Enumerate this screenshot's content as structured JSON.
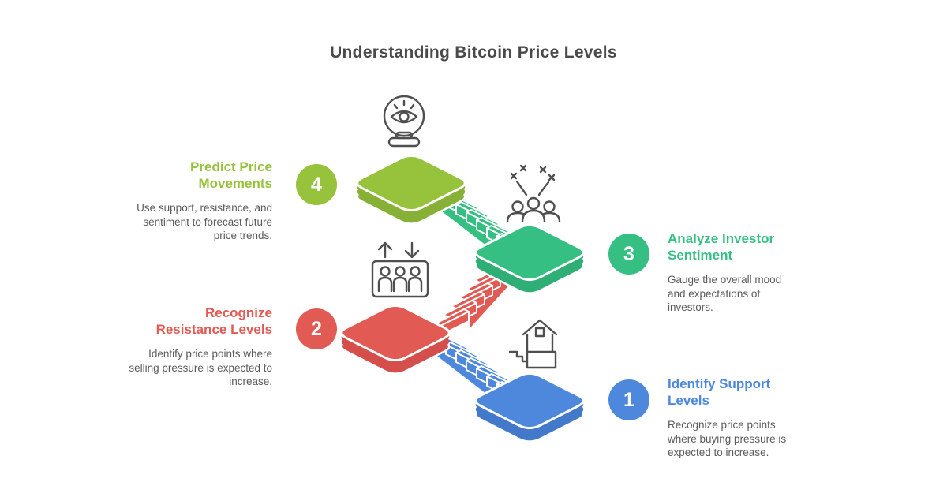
{
  "title": "Understanding Bitcoin Price Levels",
  "steps": [
    {
      "number": "1",
      "title": "Identify Support Levels",
      "description": "Recognize price points where buying pressure is expected to increase.",
      "color": "#4D88DC",
      "icon": "house-on-cliff-icon"
    },
    {
      "number": "2",
      "title": "Recognize Resistance Levels",
      "description": "Identify price points where selling pressure is expected to increase.",
      "color": "#E25A54",
      "icon": "elevator-icon"
    },
    {
      "number": "3",
      "title": "Analyze Investor Sentiment",
      "description": "Gauge the overall mood and expectations of investors.",
      "color": "#36BF82",
      "icon": "crowd-arrows-icon"
    },
    {
      "number": "4",
      "title": "Predict Price Movements",
      "description": "Use support, resistance, and sentiment to forecast future price trends.",
      "color": "#97C23C",
      "icon": "crystal-ball-icon"
    }
  ],
  "colors": {
    "step1_blue": "#4D88DC",
    "step2_red": "#E25A54",
    "step3_green": "#36BF82",
    "step4_lime": "#97C23C",
    "heading_text": "#4A4A4A",
    "body_text": "#5A5A5A",
    "icon_stroke": "#4F4F4F",
    "background": "#FFFFFF"
  }
}
